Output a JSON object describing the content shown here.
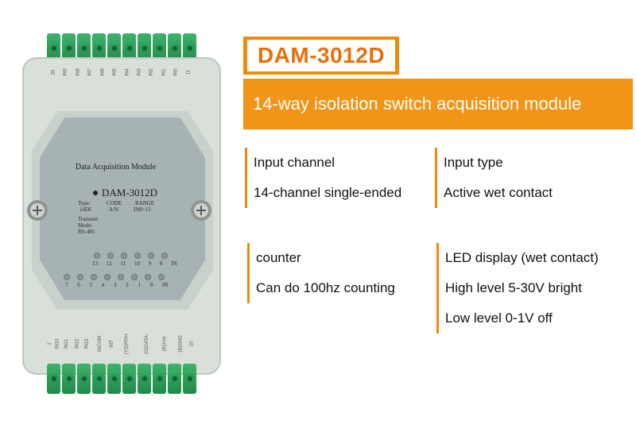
{
  "header": {
    "model": "DAM-3012D",
    "subtitle": "14-way isolation switch acquisition module"
  },
  "specs": [
    {
      "lines": [
        "Input channel",
        "14-channel single-ended"
      ]
    },
    {
      "lines": [
        "Input type",
        "Active wet contact"
      ]
    },
    {
      "lines": [
        "counter",
        "Can do 100hz counting"
      ]
    },
    {
      "lines": [
        "LED display (wet contact)",
        "High level 5-30V bright",
        "Low level 0-1V off"
      ]
    }
  ],
  "device": {
    "label": "Data Acquisition Module",
    "model": "DAM-3012D",
    "type_label": "Type:",
    "type_value": "14DI",
    "code_label": "CODE",
    "code_value": "A/N",
    "range_label": "RANGE",
    "range_value": "IN0~13",
    "transmit_label": "Transmit",
    "mode_label": "Mode:",
    "mode_value": "RS-485",
    "led_row1": [
      "13",
      "12",
      "11",
      "10",
      "9",
      "8",
      "IN"
    ],
    "led_row2": [
      "7",
      "6",
      "5",
      "4",
      "3",
      "2",
      "1",
      "0",
      "IN"
    ],
    "top_pins": [
      "20",
      "IN9",
      "IN8",
      "IN7",
      "IN6",
      "IN5",
      "IN4",
      "IN3",
      "IN2",
      "IN1",
      "IN0",
      "11"
    ],
    "bottom_pins": [
      "1",
      "IN10",
      "IN11",
      "IN12",
      "IN13",
      "INCOM",
      "INT",
      "(Y)DATA+",
      "(G)DATA-",
      "(R)+Vs",
      "(B)GND",
      "10"
    ]
  },
  "colors": {
    "accent": "#f08a0c",
    "subtitle_bg": "#f29415",
    "terminal_green": "#2a9c57"
  }
}
